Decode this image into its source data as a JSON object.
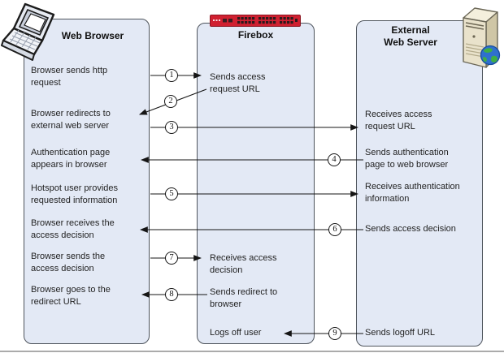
{
  "colors": {
    "panel_fill": "#e3e9f5",
    "panel_border": "#4e545c",
    "arrow": "#151515",
    "appliance_red": "#d02030",
    "server_beige": "#e9e2cb",
    "globe_blue": "#2f6fce"
  },
  "columns": [
    {
      "id": "web-browser",
      "header": "Web Browser",
      "icon": "laptop-icon",
      "items": [
        "Browser sends http\nrequest",
        "Browser redirects to\nexternal web server",
        "Authentication page\nappears in browser",
        "Hotspot user provides\nrequested information",
        "Browser receives the\naccess decision",
        "Browser sends the\naccess decision",
        "Browser goes to the\nredirect URL"
      ]
    },
    {
      "id": "firebox",
      "header": "Firebox",
      "icon": "firewall-appliance-icon",
      "items": [
        "Sends access\nrequest URL",
        "Receives access\ndecision",
        "Sends redirect to\nbrowser",
        "Logs off user"
      ]
    },
    {
      "id": "external-web-server",
      "header": "External\nWeb Server",
      "icon": "server-globe-icon",
      "items": [
        "Receives access\nrequest URL",
        "Sends authentication\npage to web browser",
        "Receives authentication\ninformation",
        "Sends access decision",
        "Sends logoff URL"
      ]
    }
  ],
  "steps": [
    {
      "num": "1",
      "from": "web-browser",
      "to": "firebox"
    },
    {
      "num": "2",
      "from": "firebox",
      "to": "web-browser"
    },
    {
      "num": "3",
      "from": "web-browser",
      "to": "external-web-server"
    },
    {
      "num": "4",
      "from": "external-web-server",
      "to": "web-browser"
    },
    {
      "num": "5",
      "from": "web-browser",
      "to": "external-web-server"
    },
    {
      "num": "6",
      "from": "external-web-server",
      "to": "web-browser"
    },
    {
      "num": "7",
      "from": "web-browser",
      "to": "firebox"
    },
    {
      "num": "8",
      "from": "firebox",
      "to": "web-browser"
    },
    {
      "num": "9",
      "from": "external-web-server",
      "to": "firebox"
    }
  ]
}
